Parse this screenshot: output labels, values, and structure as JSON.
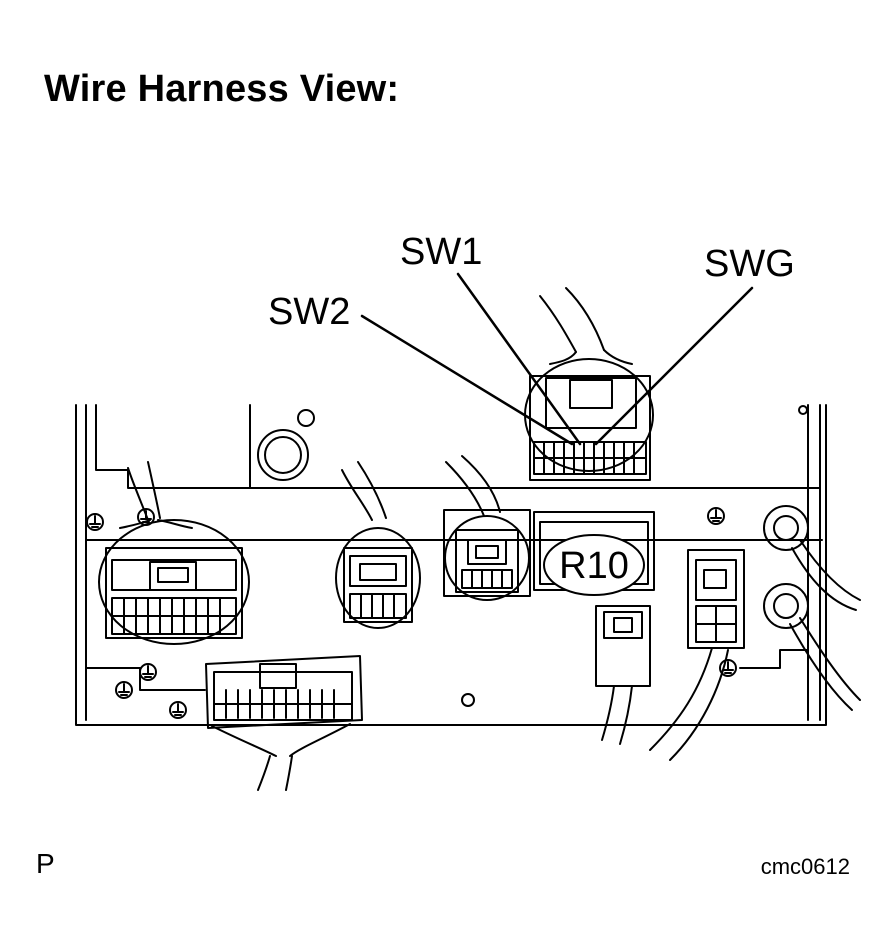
{
  "title": "Wire Harness View:",
  "labels": {
    "sw1": "SW1",
    "sw2": "SW2",
    "swg": "SWG",
    "connector_id": "R10"
  },
  "footer": {
    "left": "P",
    "right": "cmc0612"
  }
}
